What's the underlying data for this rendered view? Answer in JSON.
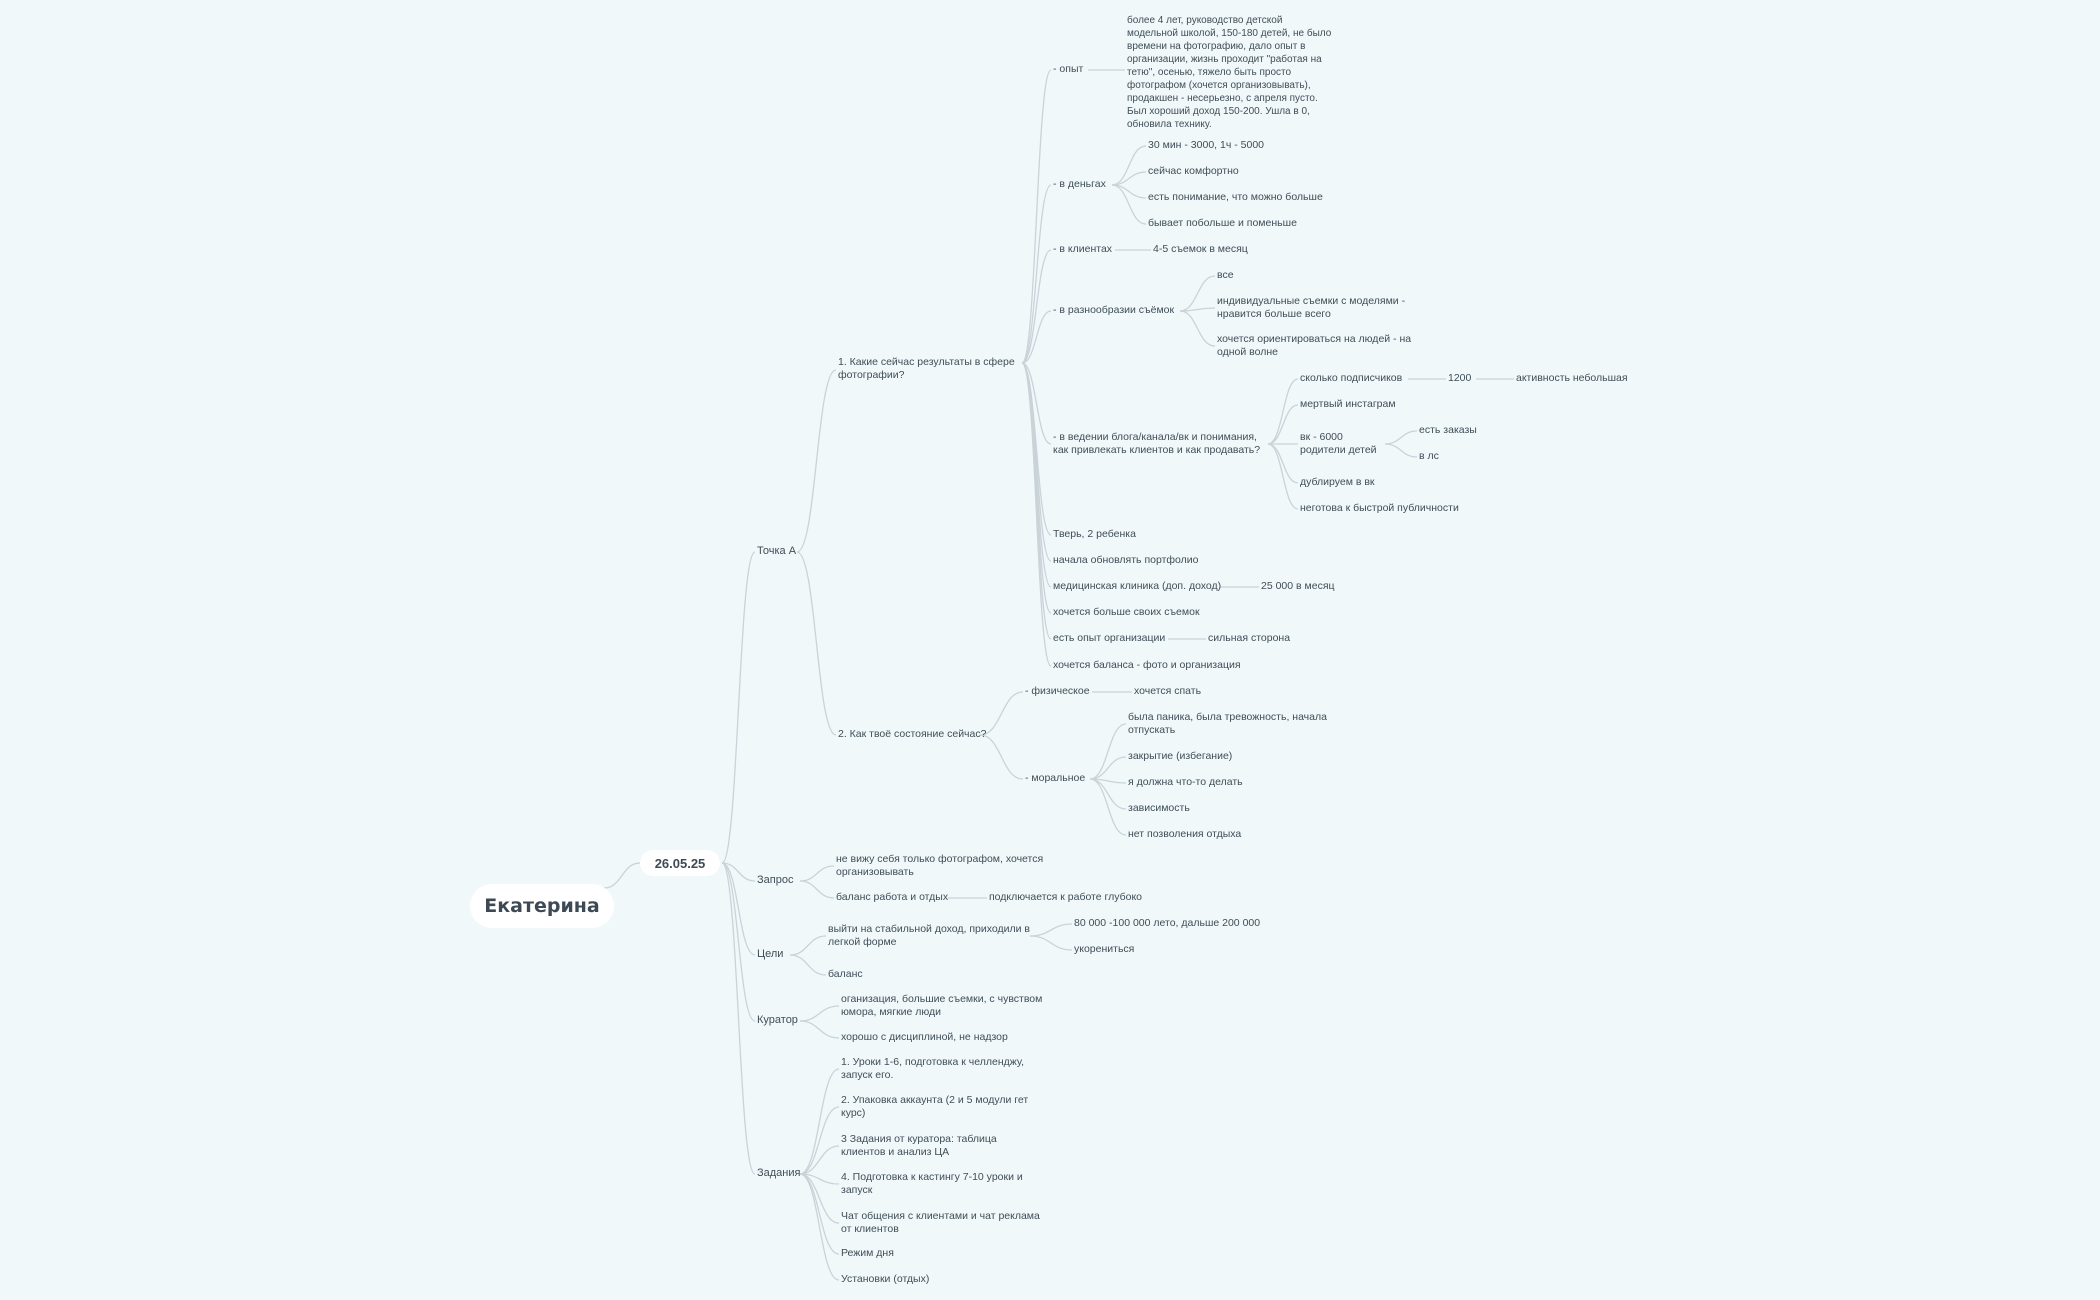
{
  "root": {
    "label": "Екатерина"
  },
  "date": {
    "label": "26.05.25"
  },
  "branches": {
    "tochka_a": "Точка А",
    "zapros": "Запрос",
    "tseli": "Цели",
    "kurator": "Куратор",
    "zadaniya": "Задания"
  },
  "tochka_a": {
    "q1": "1. Какие сейчас результаты в сфере фотографии?",
    "q2": "2. Как твоё состояние сейчас?",
    "opyt": "- опыт",
    "opyt_text": "более 4 лет, руководство детской модельной школой, 150-180 детей, не было времени на фотографию, дало опыт в организации, жизнь проходит \"работая на тетю\", осенью, тяжело быть просто фотографом (хочется организовывать), продакшен - несерьезно, с апреля пусто. Был хороший доход 150-200. Ушла в 0, обновила технику.",
    "dengi": "- в деньгах",
    "dengi_items": [
      "30 мин - 3000, 1ч - 5000",
      "сейчас комфортно",
      "есть понимание, что можно больше",
      "бывает побольше и поменьше"
    ],
    "klienty": "- в клиентах",
    "klienty_val": "4-5 съемок в месяц",
    "raznoobrazie": "- в разнообразии съёмок",
    "raznoobrazie_items": [
      "все",
      "индивидуальные съемки с моделями - нравится больше всего",
      "хочется ориентироваться на людей - на одной волне"
    ],
    "blog": "- в ведении блога/канала/вк и понимания, как привлекать клиентов и как продавать?",
    "podpischiki": "сколько подписчиков",
    "podpischiki_val": "1200",
    "aktivnost": "активность небольшая",
    "mertvyj": "мертвый инстаграм",
    "vk": "вк - 6000 родители детей",
    "vk_items": [
      "есть заказы",
      "в лс"
    ],
    "dubliruem": "дублируем в вк",
    "negotova": "неготова к быстрой публичности",
    "tver": "Тверь, 2 ребенка",
    "portfolio": "начала обновлять портфолио",
    "klinika": "медицинская клиника (доп. доход)",
    "klinika_val": "25 000 в месяц",
    "bolshe_semok": "хочется больше своих съемок",
    "organizatsiya": "есть опыт организации",
    "sil_storona": "сильная сторона",
    "balans": "хочется баланса - фото и организация",
    "fiz": "- физическое",
    "fiz_val": "хочется спать",
    "moral": "- моральное",
    "moral_items": [
      "была паника, была тревожность, начала отпускать",
      "закрытие (избегание)",
      "я должна что-то делать",
      "зависимость",
      "нет позволения отдыха"
    ]
  },
  "zapros": {
    "items": [
      "не вижу себя только фотографом, хочется организовывать",
      "баланс работа и отдых"
    ],
    "balans_val": "подключается к работе глубоко"
  },
  "tseli": {
    "items": [
      "выйти на стабильной доход, приходили в легкой форме",
      "баланс"
    ],
    "sub": [
      "80 000 -100 000 лето, дальше 200 000",
      "укорениться"
    ]
  },
  "kurator": {
    "items": [
      "оганизация, большие съемки, с чувством юмора, мягкие люди",
      "хорошо с дисциплиной, не надзор"
    ]
  },
  "zadaniya": {
    "items": [
      "1. Уроки 1-6, подготовка к челленджу, запуск его.",
      "2. Упаковка аккаунта (2 и 5 модули гет курс)",
      "3 Задания от куратора: таблица клиентов и анализ ЦА",
      "4. Подготовка к кастингу 7-10 уроки и запуск",
      "Чат общения с клиентами и чат реклама от клиентов",
      "Режим дня",
      "Установки (отдых)"
    ]
  }
}
